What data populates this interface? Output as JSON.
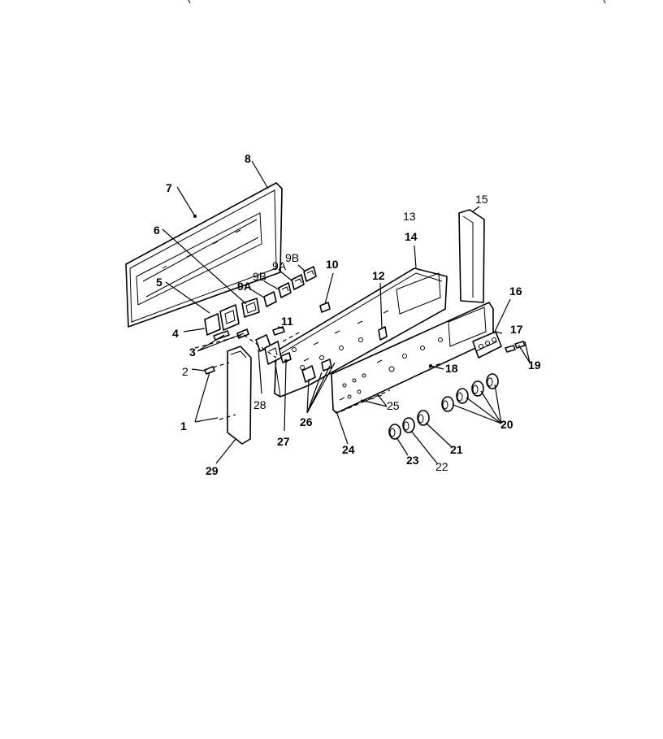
{
  "callouts": [
    {
      "id": "c1",
      "text": "1",
      "bold": true
    },
    {
      "id": "c2",
      "text": "2",
      "bold": false
    },
    {
      "id": "c3",
      "text": "3",
      "bold": true
    },
    {
      "id": "c4",
      "text": "4",
      "bold": true
    },
    {
      "id": "c5",
      "text": "5",
      "bold": true
    },
    {
      "id": "c6",
      "text": "6",
      "bold": true
    },
    {
      "id": "c7",
      "text": "7",
      "bold": true
    },
    {
      "id": "c8",
      "text": "8",
      "bold": true
    },
    {
      "id": "c9A",
      "text": "9A",
      "bold": true
    },
    {
      "id": "c9B1",
      "text": "9B",
      "bold": false
    },
    {
      "id": "c9A2",
      "text": "9A",
      "bold": false
    },
    {
      "id": "c9B2",
      "text": "9B",
      "bold": false
    },
    {
      "id": "c10",
      "text": "10",
      "bold": true
    },
    {
      "id": "c11",
      "text": "11",
      "bold": true
    },
    {
      "id": "c12",
      "text": "12",
      "bold": true
    },
    {
      "id": "c13",
      "text": "13",
      "bold": false
    },
    {
      "id": "c14",
      "text": "14",
      "bold": true
    },
    {
      "id": "c15",
      "text": "15",
      "bold": false
    },
    {
      "id": "c16",
      "text": "16",
      "bold": true
    },
    {
      "id": "c17",
      "text": "17",
      "bold": true
    },
    {
      "id": "c18",
      "text": "18",
      "bold": true
    },
    {
      "id": "c19",
      "text": "19",
      "bold": true
    },
    {
      "id": "c20",
      "text": "20",
      "bold": true
    },
    {
      "id": "c21",
      "text": "21",
      "bold": true
    },
    {
      "id": "c22",
      "text": "22",
      "bold": false
    },
    {
      "id": "c23",
      "text": "23",
      "bold": true
    },
    {
      "id": "c24",
      "text": "24",
      "bold": true
    },
    {
      "id": "c25",
      "text": "25",
      "bold": false
    },
    {
      "id": "c26",
      "text": "26",
      "bold": true
    },
    {
      "id": "c27",
      "text": "27",
      "bold": true
    },
    {
      "id": "c28",
      "text": "28",
      "bold": false
    },
    {
      "id": "c29",
      "text": "29",
      "bold": true
    }
  ]
}
